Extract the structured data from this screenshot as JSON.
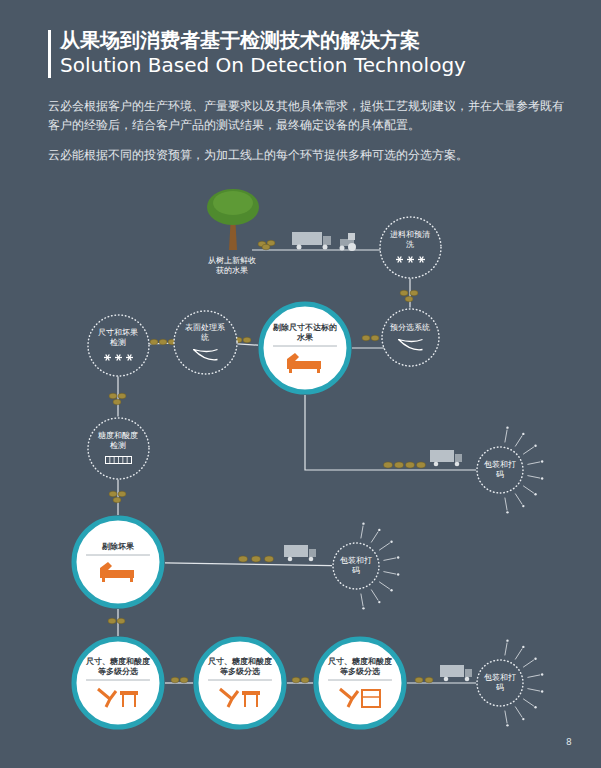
{
  "diagram": {
    "title": "从果场到消费者基于检测技术的解决方案",
    "nodes": [
      {
        "text": [
          "进料和预清洗"
        ]
      },
      {
        "text": [
          "预分选系统"
        ]
      },
      {
        "text": [
          "剔除尺寸不达标的水果"
        ]
      },
      {
        "text": [
          "表面处理系统"
        ]
      },
      {
        "text": [
          "尺寸和坏果检测"
        ]
      },
      {
        "text": [
          "糖度和酸度检测"
        ]
      },
      {
        "text": [
          "包装和打码"
        ]
      },
      {
        "text": [
          "剔除坏果"
        ]
      },
      {
        "text": [
          "包装和打码"
        ]
      },
      {
        "text": [
          "尺寸、糖度和酸度等多级分选"
        ]
      },
      {
        "text": [
          "尺寸、糖度和酸度等多级分选"
        ]
      },
      {
        "text": [
          "尺寸、糖度和酸度等多级分选"
        ]
      },
      {
        "text": [
          "包装和打码"
        ]
      }
    ],
    "edges": [
      {
        "from": 0,
        "to": 1,
        "arrow": "none"
      },
      {
        "from": 1,
        "to": 2,
        "arrow": "none"
      },
      {
        "from": 2,
        "to": 3,
        "arrow": "none"
      },
      {
        "from": 3,
        "to": 4,
        "arrow": "none"
      },
      {
        "from": 4,
        "to": 5,
        "arrow": "none"
      },
      {
        "from": 5,
        "to": 7,
        "arrow": "none"
      },
      {
        "from": 2,
        "to": 6,
        "arrow": "none"
      },
      {
        "from": 7,
        "to": 8,
        "arrow": "none"
      },
      {
        "from": 7,
        "to": 9,
        "arrow": "none"
      },
      {
        "from": 9,
        "to": 10,
        "arrow": "none"
      },
      {
        "from": 10,
        "to": 11,
        "arrow": "none"
      },
      {
        "from": 11,
        "to": 12,
        "arrow": "none"
      }
    ],
    "labels": [
      "Solution Based On Detection Technology",
      "云必会根据客户的生产环境、产量要求以及其他具体需求，提供工艺规划建议，并在大量参考既有客户的经验后，结合客户产品的测试结果，最终确定设备的具体配置。",
      "云必能根据不同的投资预算，为加工线上的每个环节提供多种可选的分选方案。",
      "从树上新鲜收获的水果",
      "8"
    ]
  }
}
